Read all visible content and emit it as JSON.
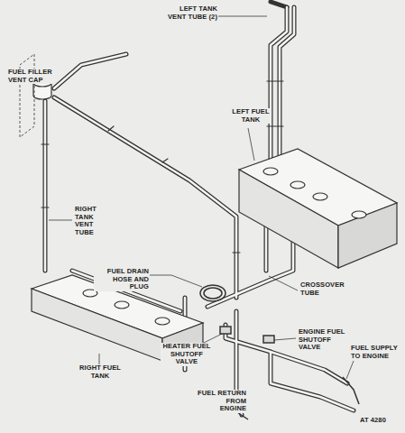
{
  "diagram": {
    "labels": [
      "LEFT TANK VENT TUBE (2)",
      "FUEL FILLER VENT CAP",
      "LEFT FUEL TANK",
      "RIGHT TANK VENT TUBE",
      "FUEL DRAIN HOSE AND PLUG",
      "CROSSOVER TUBE",
      "ENGINE FUEL SHUTOFF VALVE",
      "HEATER FUEL SHUTOFF VALVE",
      "RIGHT FUEL TANK",
      "FUEL SUPPLY TO ENGINE",
      "FUEL RETURN FROM ENGINE",
      "AT 4280"
    ]
  }
}
